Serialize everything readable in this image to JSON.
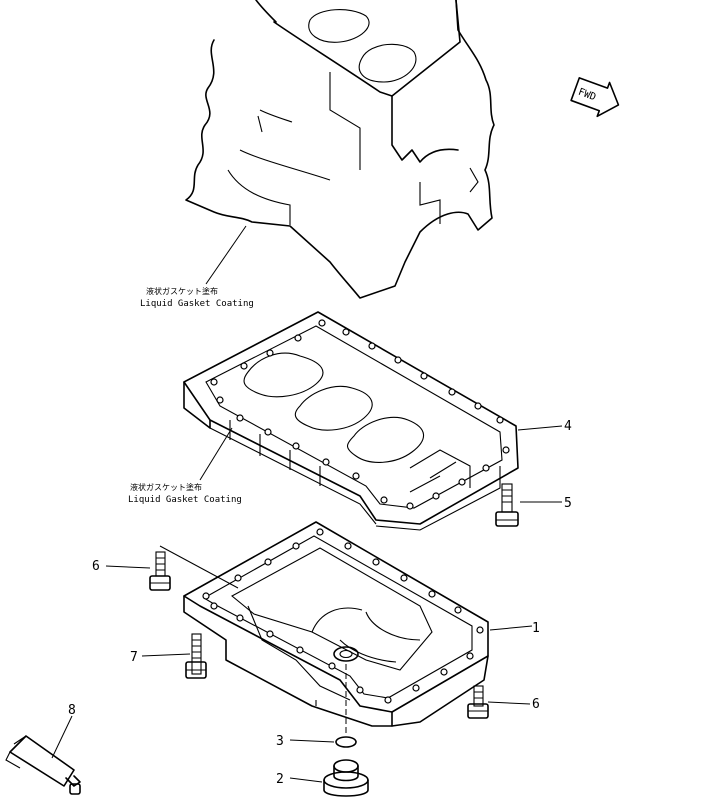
{
  "annotations": {
    "upper_jp": "液状ガスケット塗布",
    "upper_en": "Liquid  Gasket  Coating",
    "lower_jp": "液状ガスケット塗布",
    "lower_en": "Liquid  Gasket  Coating"
  },
  "direction": {
    "label": "FWD"
  },
  "callouts": [
    "1",
    "2",
    "3",
    "4",
    "5",
    "6",
    "6",
    "7",
    "8"
  ],
  "colors": {
    "line": "#000000",
    "background": "#ffffff"
  }
}
